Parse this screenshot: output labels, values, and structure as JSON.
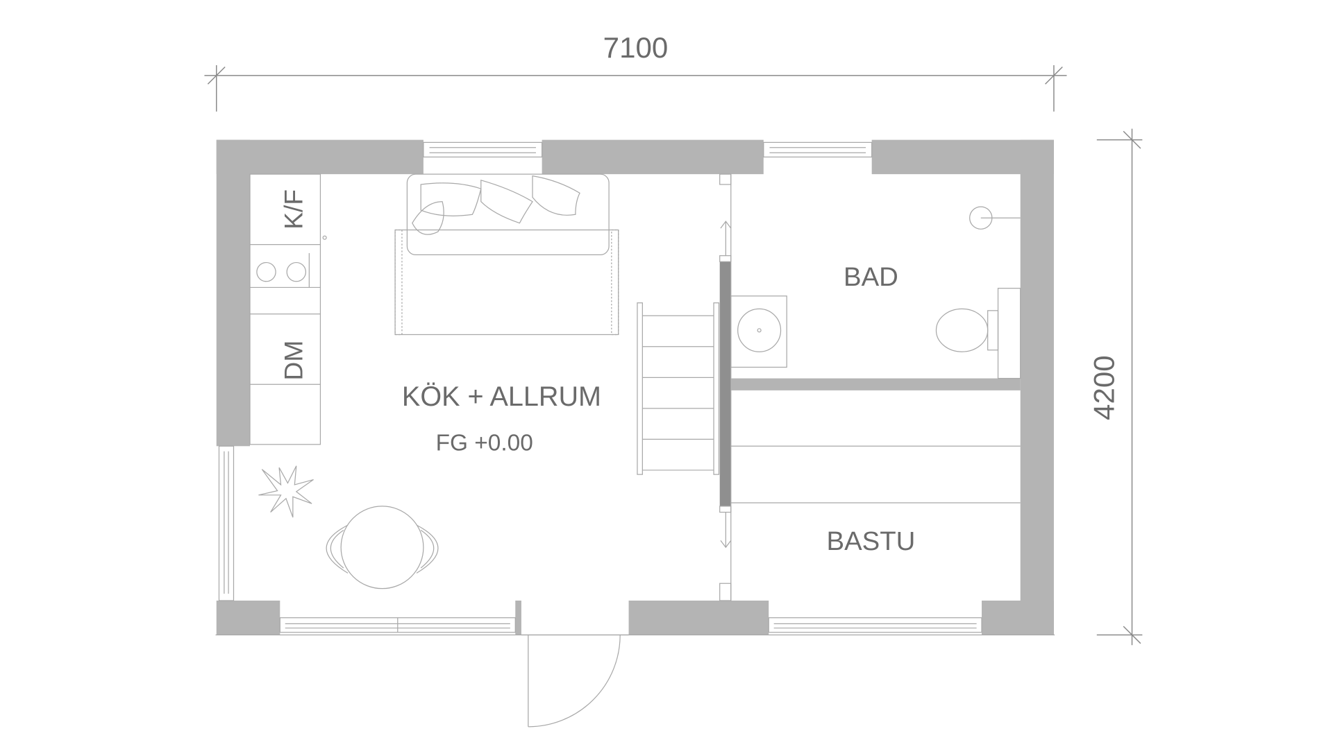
{
  "dimensions": {
    "width_label": "7100",
    "height_label": "4200"
  },
  "rooms": {
    "living": {
      "name": "KÖK + ALLRUM",
      "level": "FG +0.00"
    },
    "bath": {
      "name": "BAD"
    },
    "sauna": {
      "name": "BASTU"
    }
  },
  "kitchen": {
    "fridge_freezer": "K/F",
    "dishwasher": "DM"
  },
  "colors": {
    "wall": "#b4b4b4",
    "text": "#6a6a6a",
    "line": "#a8a8a8"
  }
}
